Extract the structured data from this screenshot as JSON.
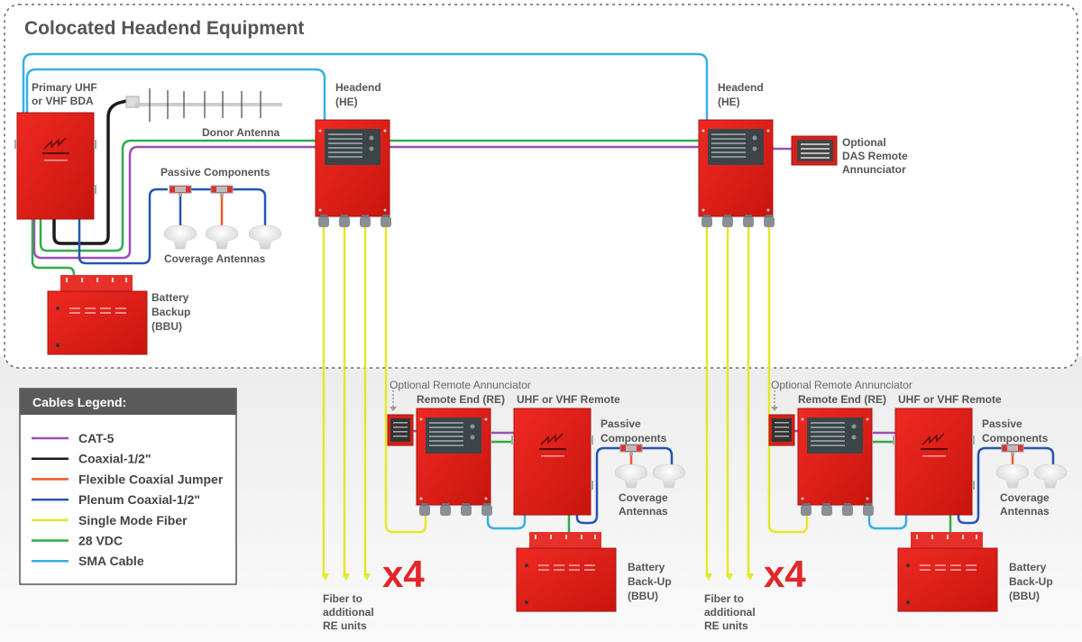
{
  "title": "Colocated Headend Equipment",
  "colors": {
    "cat5": "#9b4fb5",
    "coax_half": "#1a1a1a",
    "flex_jumper": "#f15a24",
    "plenum_coax": "#2456b0",
    "single_mode_fiber": "#e6e62a",
    "vdc28": "#33aa4a",
    "sma": "#34b0e4",
    "equipment_red": "#e0201c",
    "multiplier_red": "#e3262a"
  },
  "headend_area": {
    "bda_label": [
      "Primary UHF",
      "or VHF BDA"
    ],
    "donor_antenna": "Donor Antenna",
    "passive_components": "Passive Components",
    "coverage_antennas": "Coverage Antennas",
    "battery_label": [
      "Battery",
      "Backup",
      "(BBU)"
    ],
    "headend_label": [
      "Headend",
      "(HE)"
    ],
    "das_annunciator_label": [
      "Optional",
      "DAS Remote",
      "Annunciator"
    ]
  },
  "remote_group": {
    "optional_annunciator": "Optional Remote Annunciator",
    "remote_end": "Remote End (RE)",
    "uhf_vhf_remote": "UHF or VHF Remote",
    "passive_components": [
      "Passive",
      "Components"
    ],
    "coverage_antennas": [
      "Coverage",
      "Antennas"
    ],
    "battery_label": [
      "Battery",
      "Back-Up",
      "(BBU)"
    ],
    "multiplier": "x4",
    "fiber_note": [
      "Fiber to",
      "additional",
      "RE units"
    ]
  },
  "legend": {
    "title": "Cables Legend:",
    "items": [
      {
        "label": "CAT-5",
        "color": "#9b4fb5"
      },
      {
        "label": "Coaxial-1/2\"",
        "color": "#1a1a1a"
      },
      {
        "label": "Flexible Coaxial Jumper",
        "color": "#f15a24"
      },
      {
        "label": "Plenum Coaxial-1/2\"",
        "color": "#2456b0"
      },
      {
        "label": "Single Mode Fiber",
        "color": "#e6e62a"
      },
      {
        "label": "28 VDC",
        "color": "#33aa4a"
      },
      {
        "label": "SMA Cable",
        "color": "#34b0e4"
      }
    ]
  }
}
